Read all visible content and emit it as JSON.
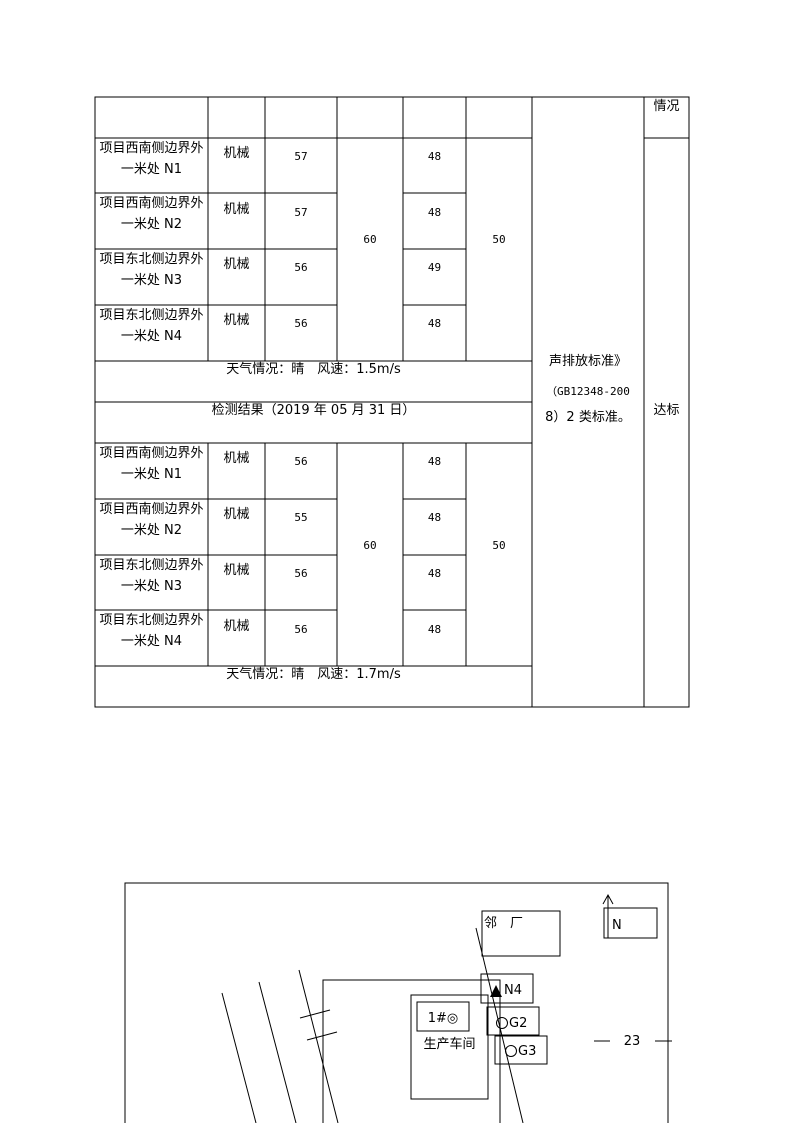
{
  "table": {
    "header_right_text": "情况",
    "group1": {
      "rows": [
        {
          "location": "项目西南侧边界外一米处 N1",
          "source": "机械",
          "day": "57",
          "night": "48"
        },
        {
          "location": "项目西南侧边界外一米处 N2",
          "source": "机械",
          "day": "57",
          "night": "48"
        },
        {
          "location": "项目东北侧边界外一米处 N3",
          "source": "机械",
          "day": "56",
          "night": "49"
        },
        {
          "location": "项目东北侧边界外一米处 N4",
          "source": "机械",
          "day": "56",
          "night": "48"
        }
      ],
      "day_limit": "60",
      "night_limit": "50",
      "weather": "天气情况：晴　风速：1.5m/s"
    },
    "result_heading": "检测结果（2019 年 05 月 31 日）",
    "group2": {
      "rows": [
        {
          "location": "项目西南侧边界外一米处 N1",
          "source": "机械",
          "day": "56",
          "night": "48"
        },
        {
          "location": "项目西南侧边界外一米处 N2",
          "source": "机械",
          "day": "55",
          "night": "48"
        },
        {
          "location": "项目东北侧边界外一米处 N3",
          "source": "机械",
          "day": "56",
          "night": "48"
        },
        {
          "location": "项目东北侧边界外一米处 N4",
          "source": "机械",
          "day": "56",
          "night": "48"
        }
      ],
      "day_limit": "60",
      "night_limit": "50",
      "weather": "天气情况：晴　风速：1.7m/s"
    },
    "standard_line1": "声排放标准》",
    "standard_line2": "（GB12348-200",
    "standard_line3": "8）2 类标准。",
    "status": "达标"
  },
  "map": {
    "neighbor_factory": "邻　厂",
    "north_label": "N",
    "n4_label": "N4",
    "g2_label": "G2",
    "g3_label": "G3",
    "source_label": "1#◎",
    "workshop_label": "生产车间"
  },
  "page_number": "23"
}
